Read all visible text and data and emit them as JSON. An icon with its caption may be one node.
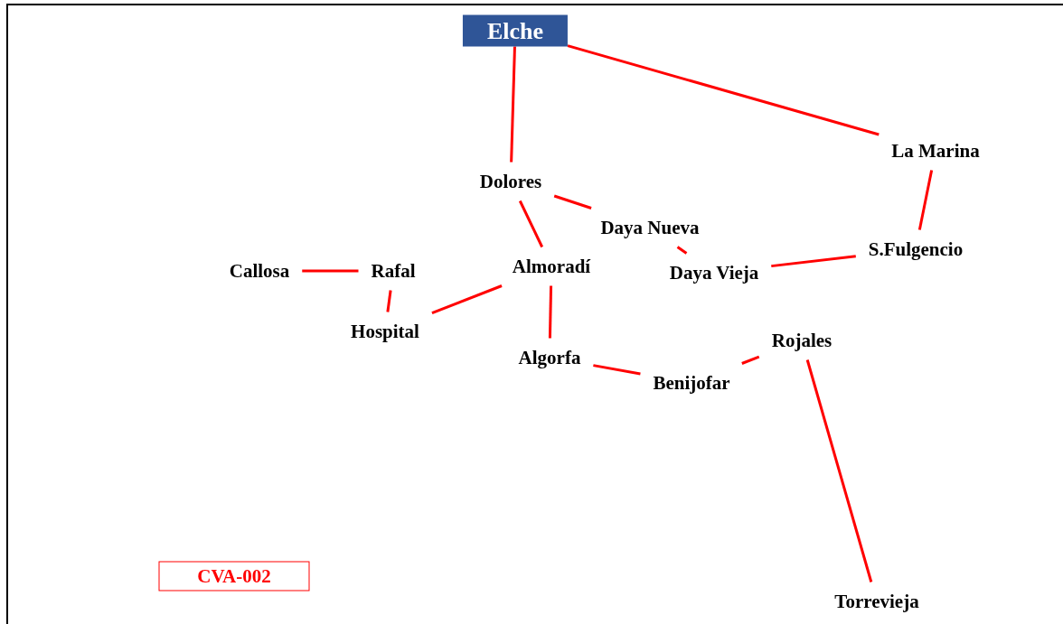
{
  "diagram": {
    "nodes": [
      {
        "text": [
          "Elche"
        ]
      },
      {
        "text": [
          "Dolores"
        ]
      },
      {
        "text": [
          "La Marina"
        ]
      },
      {
        "text": [
          "Daya Nueva"
        ]
      },
      {
        "text": [
          "S.Fulgencio"
        ]
      },
      {
        "text": [
          "Callosa"
        ]
      },
      {
        "text": [
          "Rafal"
        ]
      },
      {
        "text": [
          "Almoradí"
        ]
      },
      {
        "text": [
          "Daya Vieja"
        ]
      },
      {
        "text": [
          "Hospital"
        ]
      },
      {
        "text": [
          "Algorfa"
        ]
      },
      {
        "text": [
          "Rojales"
        ]
      },
      {
        "text": [
          "Benijofar"
        ]
      },
      {
        "text": [
          "CVA-002"
        ]
      },
      {
        "text": [
          "Torrevieja"
        ]
      }
    ],
    "edges": [
      {
        "from": 0,
        "to": 1,
        "arrow": "none"
      },
      {
        "from": 0,
        "to": 2,
        "arrow": "none"
      },
      {
        "from": 2,
        "to": 4,
        "arrow": "none"
      },
      {
        "from": 4,
        "to": 8,
        "arrow": "none"
      },
      {
        "from": 8,
        "to": 3,
        "arrow": "none"
      },
      {
        "from": 3,
        "to": 1,
        "arrow": "none"
      },
      {
        "from": 1,
        "to": 7,
        "arrow": "none"
      },
      {
        "from": 7,
        "to": 9,
        "arrow": "none"
      },
      {
        "from": 9,
        "to": 6,
        "arrow": "none"
      },
      {
        "from": 6,
        "to": 5,
        "arrow": "none"
      },
      {
        "from": 7,
        "to": 10,
        "arrow": "none"
      },
      {
        "from": 10,
        "to": 12,
        "arrow": "none"
      },
      {
        "from": 12,
        "to": 11,
        "arrow": "none"
      },
      {
        "from": 11,
        "to": 14,
        "arrow": "none"
      }
    ]
  }
}
